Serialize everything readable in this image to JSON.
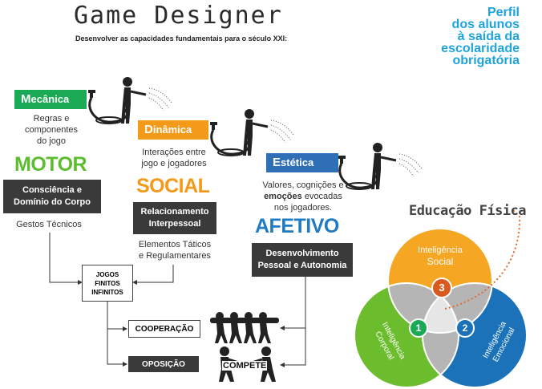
{
  "header": {
    "title": "Game Designer",
    "subtitle": "Desenvolver as capacidades fundamentais para o século XXI:"
  },
  "perfil": {
    "lines": [
      "Perfil",
      "dos alunos",
      "à saída da",
      "escolaridade",
      "obrigatória"
    ],
    "color": "#1ea4dd"
  },
  "stages": {
    "mecanica": {
      "first": "M",
      "rest": "ecânica",
      "desc1": "Regras e",
      "desc2": "componentes",
      "desc3": "do jogo",
      "color": "#1aaa55"
    },
    "dinamica": {
      "first": "D",
      "rest": "inâmica",
      "desc1": "Interações entre",
      "desc2": "jogo e jogadores",
      "color": "#f39a1a"
    },
    "estetica": {
      "first": "E",
      "rest": "stética",
      "desc1": "Valores, cognições e",
      "desc2_bold": "emoções",
      "desc2_rest": " evocadas",
      "desc3": "nos jogadores.",
      "color": "#2e6fb5"
    }
  },
  "domains": {
    "motor": {
      "label": "MOTOR",
      "color": "#5cbd2f",
      "box1": "Consciência e",
      "box2": "Domínio do Corpo",
      "below": "Gestos Técnicos"
    },
    "social": {
      "label": "SOCIAL",
      "color": "#f39a1a",
      "box1": "Relacionamento",
      "box2": "Interpessoal",
      "below1": "Elementos Táticos",
      "below2": "e Regulamentares"
    },
    "afetivo": {
      "label": "AFETIVO",
      "color": "#1e7bc4",
      "box1": "Desenvolvimento",
      "box2": "Pessoal e Autonomia"
    }
  },
  "games": {
    "jogos1": "JOGOS",
    "jogos2": "FINITOS",
    "jogos3": "INFINITOS",
    "cooperacao": "COOPERAÇÃO",
    "oposicao": "OPOSIÇÃO",
    "compete": "COMPETE"
  },
  "educacao": {
    "title": "Educação Física",
    "social1": "Inteligência",
    "social2": "Social",
    "corporal1": "Inteligência",
    "corporal2": "Corporal",
    "emocional1": "Inteligência",
    "emocional2": "Emocional",
    "n1": "1",
    "n2": "2",
    "n3": "3",
    "colors": {
      "social": "#f5a623",
      "corporal": "#6cbd2e",
      "emocional": "#1b72b8",
      "badge3": "#d95a1e",
      "dots": "#e56a2a"
    }
  }
}
